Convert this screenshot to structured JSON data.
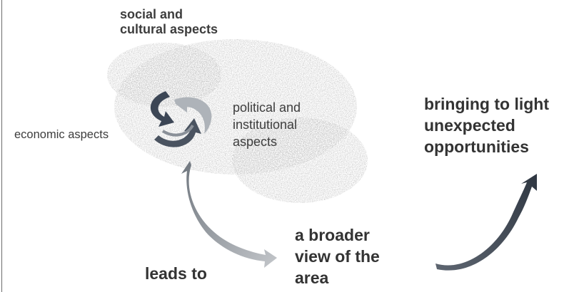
{
  "diagram": {
    "node_social": {
      "line1": "social and",
      "line2": "cultural aspects"
    },
    "node_political": {
      "line1": "political and",
      "line2": "institutional",
      "line3": "aspects"
    },
    "node_economic": {
      "text": "economic aspects"
    },
    "node_bringing": {
      "line1": "bringing to light",
      "line2": "unexpected",
      "line3": "opportunities"
    },
    "node_broader": {
      "line1": "a broader",
      "line2": "view of the",
      "line3": "area"
    },
    "connector_label": "leads to"
  },
  "colors": {
    "arrow_dark": "#3c4655",
    "arrow_mid": "#7a8088",
    "arrow_light": "#b4b8bd",
    "text": "#3a3a3a",
    "grain": "#c9c9c9"
  }
}
